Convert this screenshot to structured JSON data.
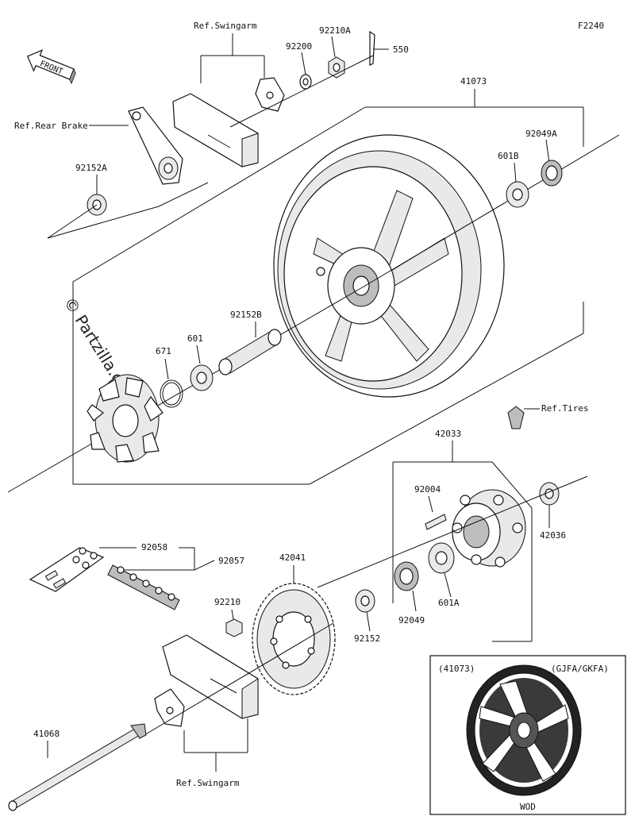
{
  "diagram_code": "F2240",
  "front_label": "FRONT",
  "watermark": "© Partzilla.com",
  "refs": {
    "swingarm_top": "Ref.Swingarm",
    "rear_brake": "Ref.Rear Brake",
    "tires": "Ref.Tires",
    "swingarm_bottom": "Ref.Swingarm"
  },
  "parts": {
    "p92210A": "92210A",
    "p550": "550",
    "p92200": "92200",
    "p41073": "41073",
    "p92049A": "92049A",
    "p601B": "601B",
    "p92152A": "92152A",
    "p92152B": "92152B",
    "p601": "601",
    "p671": "671",
    "p42033": "42033",
    "p92004": "92004",
    "p42036": "42036",
    "p92058": "92058",
    "p92057": "92057",
    "p42041": "42041",
    "p92210": "92210",
    "p601A": "601A",
    "p92049": "92049",
    "p92152": "92152",
    "p41068": "41068"
  },
  "inset": {
    "part": "(41073)",
    "models": "(GJFA/GKFA)",
    "caption": "WOD"
  }
}
